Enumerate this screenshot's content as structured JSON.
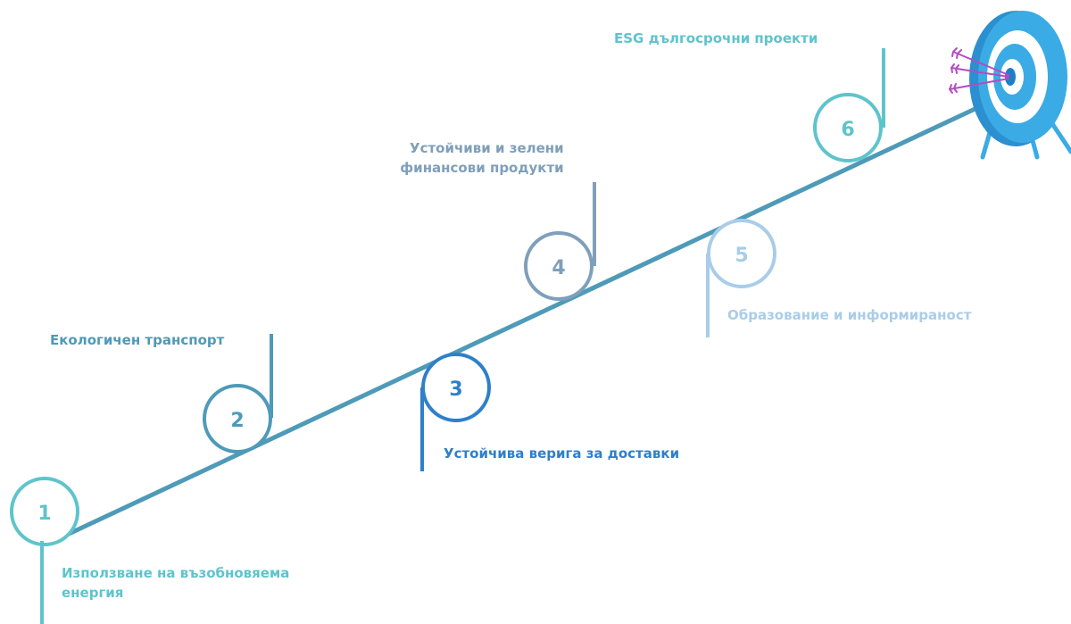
{
  "steps": [
    {
      "number": "1",
      "label_line1": "Използване на възобновяема",
      "label_line2": "енергия",
      "color": "#5ec4cc"
    },
    {
      "number": "2",
      "label": "Екологичен транспорт",
      "color": "#4e9ab8"
    },
    {
      "number": "3",
      "label": "Устойчива верига за доставки",
      "color": "#2f7fc9"
    },
    {
      "number": "4",
      "label_line1": "Устойчиви и зелени",
      "label_line2": "финансови продукти",
      "color": "#7f9fba"
    },
    {
      "number": "5",
      "label": "Образование и информираност",
      "color": "#a9cde9"
    },
    {
      "number": "6",
      "label": "ESG дългосрочни проекти",
      "color": "#5ec4cc"
    }
  ],
  "colors": {
    "main_line": "#4e9ab8",
    "target_outer": "#3aabe4",
    "target_mid": "#8fd0f2",
    "target_center": "#1f7fc4",
    "arrows": "#b24dc1"
  },
  "icons": {
    "goal": "target-with-arrows-icon"
  }
}
